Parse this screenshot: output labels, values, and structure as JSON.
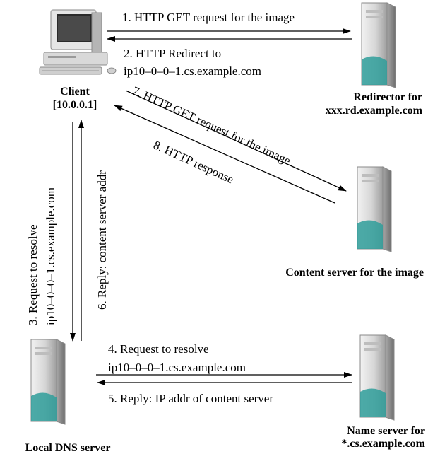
{
  "nodes": {
    "client": {
      "name": "Client",
      "ip": "[10.0.0.1]",
      "icon": "desktop-computer-icon"
    },
    "redirector": {
      "line1": "Redirector for",
      "line2": "xxx.rd.example.com",
      "icon": "server-tower-icon"
    },
    "content_server": {
      "label": "Content server for the  image",
      "icon": "server-tower-icon"
    },
    "local_dns": {
      "label": "Local DNS server",
      "icon": "server-tower-icon"
    },
    "name_server": {
      "line1": "Name server for",
      "line2": "*.cs.example.com",
      "icon": "server-tower-icon"
    }
  },
  "steps": {
    "s1": "1. HTTP GET request for the  image",
    "s2_line1": "2. HTTP Redirect to",
    "s2_line2": "ip10–0–0–1.cs.example.com",
    "s3_line1": "3. Request to resolve",
    "s3_line2": "ip10–0–0–1.cs.example.com",
    "s4_line1": "4. Request to resolve",
    "s4_line2": "ip10–0–0–1.cs.example.com",
    "s5": "5. Reply: IP addr of content server",
    "s6": "6. Reply: content server addr",
    "s7": "7. HTTP GET request for the image",
    "s8": "8. HTTP response"
  },
  "colors": {
    "server_body": "#d9d9d9",
    "server_accent": "#2f9e9a",
    "monitor_screen": "#2b2b2b"
  }
}
